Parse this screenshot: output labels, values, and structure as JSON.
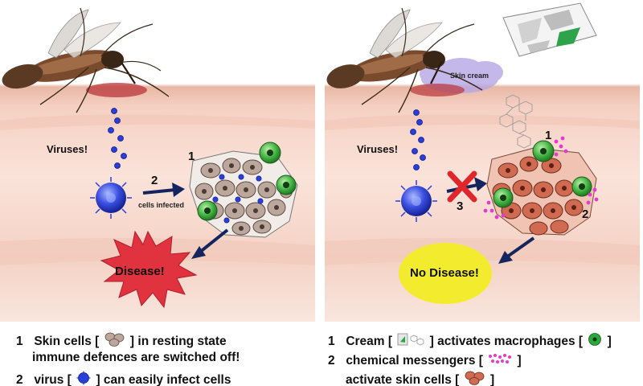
{
  "left_panel": {
    "viruses_label": "Viruses!",
    "step1_number": "1",
    "step2_number": "2",
    "cells_infected_label": "cells infected",
    "disease_label": "Disease!"
  },
  "right_panel": {
    "viruses_label": "Viruses!",
    "skin_cream_label": "Skin cream",
    "step1_number": "1",
    "step2_number": "2",
    "step3_number": "3",
    "no_disease_label": "No Disease!"
  },
  "captions_left": {
    "item1_number": "1",
    "item1_line1_prefix": "Skin cells [",
    "item1_line1_suffix": "] in resting state",
    "item1_line2": "immune defences are switched off!",
    "item2_number": "2",
    "item2_prefix": "virus [",
    "item2_suffix": "] can easily infect cells"
  },
  "captions_right": {
    "item1_number": "1",
    "item1_prefix": "Cream [",
    "item1_middle": "] activates macrophages [",
    "item1_suffix": "]",
    "item2_number": "2",
    "item2_prefix": "chemical messengers [",
    "item2_suffix": "]",
    "item2_line2_prefix": "activate skin cells [",
    "item2_line2_suffix": "]"
  },
  "colors": {
    "skin_top": "#fbe6dd",
    "skin_mid": "#f6d2c6",
    "skin_dark_band": "#e9b9a9",
    "bite_mark": "#b9363a",
    "virus_blue": "#2b3fd8",
    "arrow_navy": "#14245e",
    "disease_red": "#e1323f",
    "no_disease_yellow": "#f3ec2e",
    "macrophage_green": "#2aa93a",
    "messenger_magenta": "#e23bd1",
    "cream_lilac": "#b6a6e6",
    "cross_red": "#e0262a"
  }
}
